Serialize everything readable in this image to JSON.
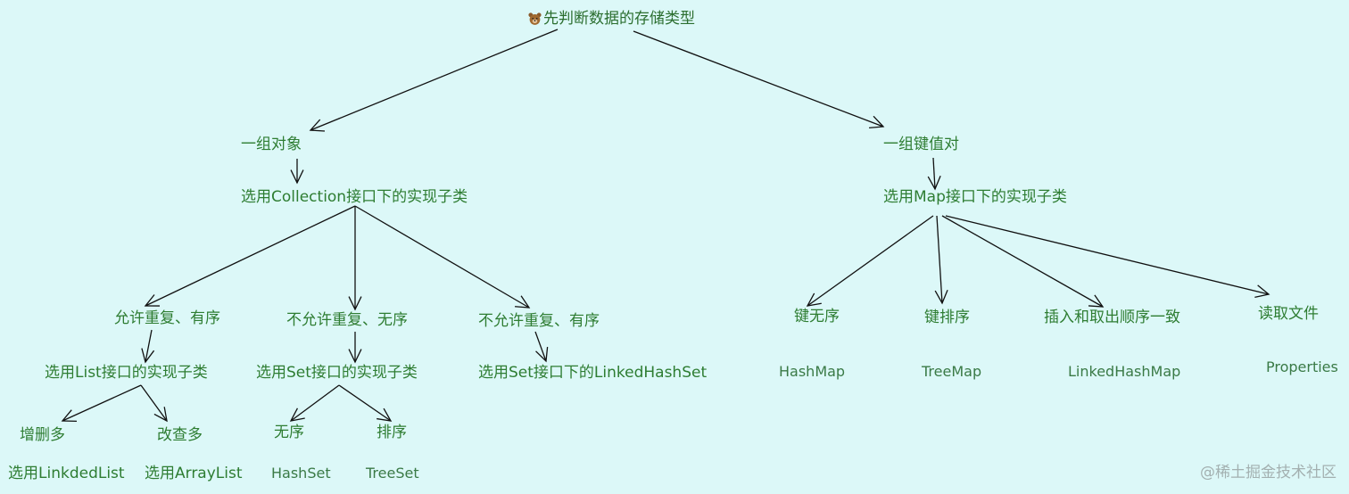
{
  "root": {
    "icon": "bear-face-icon",
    "label": "先判断数据的存储类型"
  },
  "group_objects": "一组对象",
  "collection_iface": "选用Collection接口下的实现子类",
  "allow_dup_ordered": "允许重复、有序",
  "list_iface": "选用List接口的实现子类",
  "more_add_delete": "增删多",
  "more_edit_query": "改查多",
  "linked_list": "选用LinkdedList",
  "array_list": "选用ArrayList",
  "no_dup_unordered": "不允许重复、无序",
  "set_iface": "选用Set接口的实现子类",
  "unordered": "无序",
  "sorted": "排序",
  "hash_set": "HashSet",
  "tree_set": "TreeSet",
  "no_dup_ordered": "不允许重复、有序",
  "linked_hash_set": "选用Set接口下的LinkedHashSet",
  "group_kv": "一组键值对",
  "map_iface": "选用Map接口下的实现子类",
  "key_unordered": "键无序",
  "key_sorted": "键排序",
  "insertion_order": "插入和取出顺序一致",
  "read_file": "读取文件",
  "hash_map": "HashMap",
  "tree_map": "TreeMap",
  "linked_hash_map": "LinkedHashMap",
  "properties": "Properties",
  "watermark": "@稀土掘金技术社区",
  "colors": {
    "background": "#dcf8f8",
    "text": "#2e7d32",
    "edge": "#111111"
  }
}
